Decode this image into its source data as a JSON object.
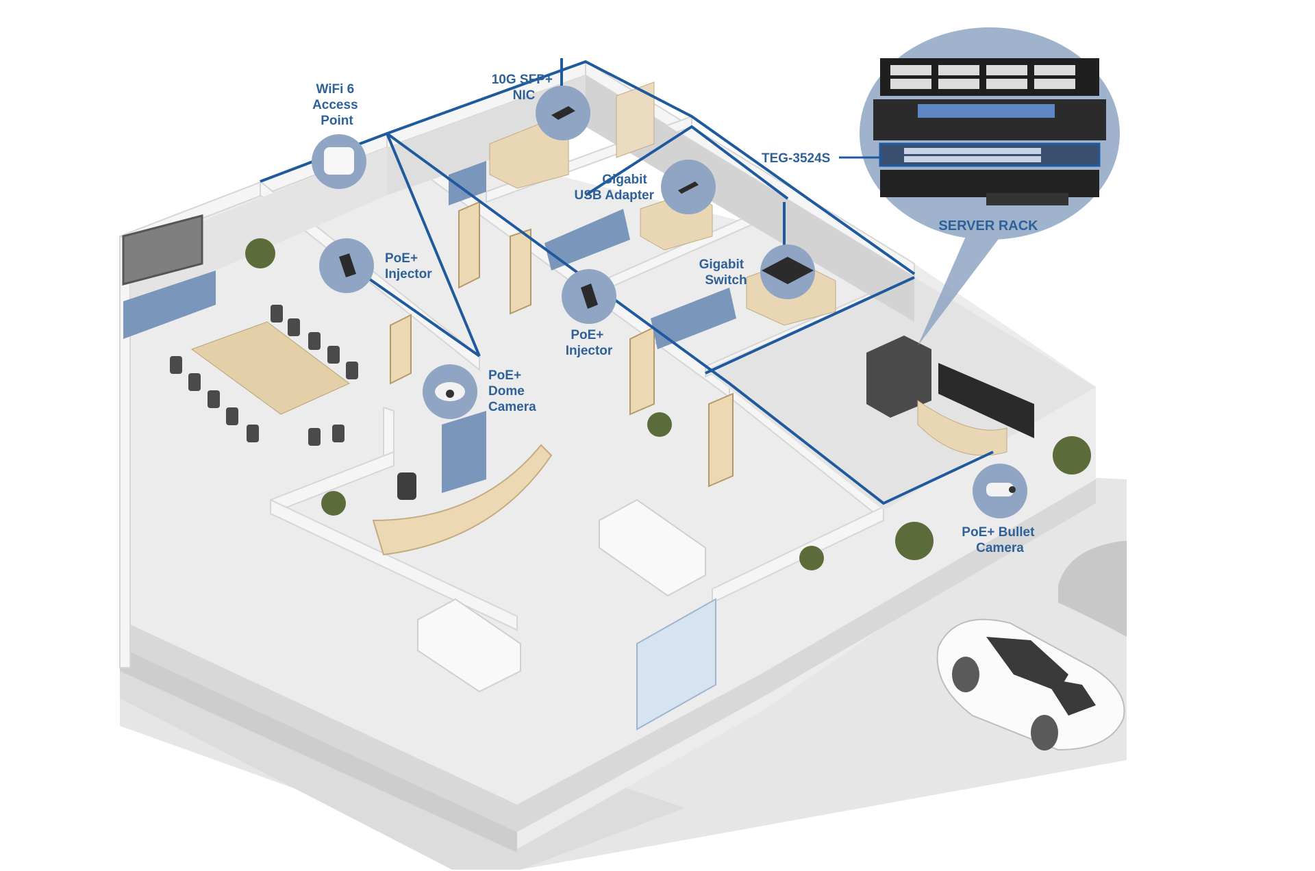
{
  "diagram": {
    "labels": {
      "wifi_ap": [
        "WiFi 6",
        "Access",
        "Point"
      ],
      "sfp_nic": [
        "10G SFP+",
        "NIC"
      ],
      "usb_adapter": [
        "Gigabit",
        "USB Adapter"
      ],
      "gigabit_switch": [
        "Gigabit",
        "Switch"
      ],
      "poe_injector_1": [
        "PoE+",
        "Injector"
      ],
      "poe_injector_2": [
        "PoE+",
        "Injector"
      ],
      "dome_camera": [
        "PoE+",
        "Dome",
        "Camera"
      ],
      "bullet_camera": [
        "PoE+ Bullet",
        "Camera"
      ],
      "rack_switch": "TEG-3524S",
      "server_rack": "SERVER RACK"
    },
    "colors": {
      "network_line": "#1f5a9e",
      "label_text": "#2f6199",
      "badge_fill": "#8fa5c3",
      "furniture_blue": "#7b96bb",
      "wood": "#e8d6b4",
      "wall": "#f3f3f3",
      "floor": "#e9e9e9"
    }
  }
}
